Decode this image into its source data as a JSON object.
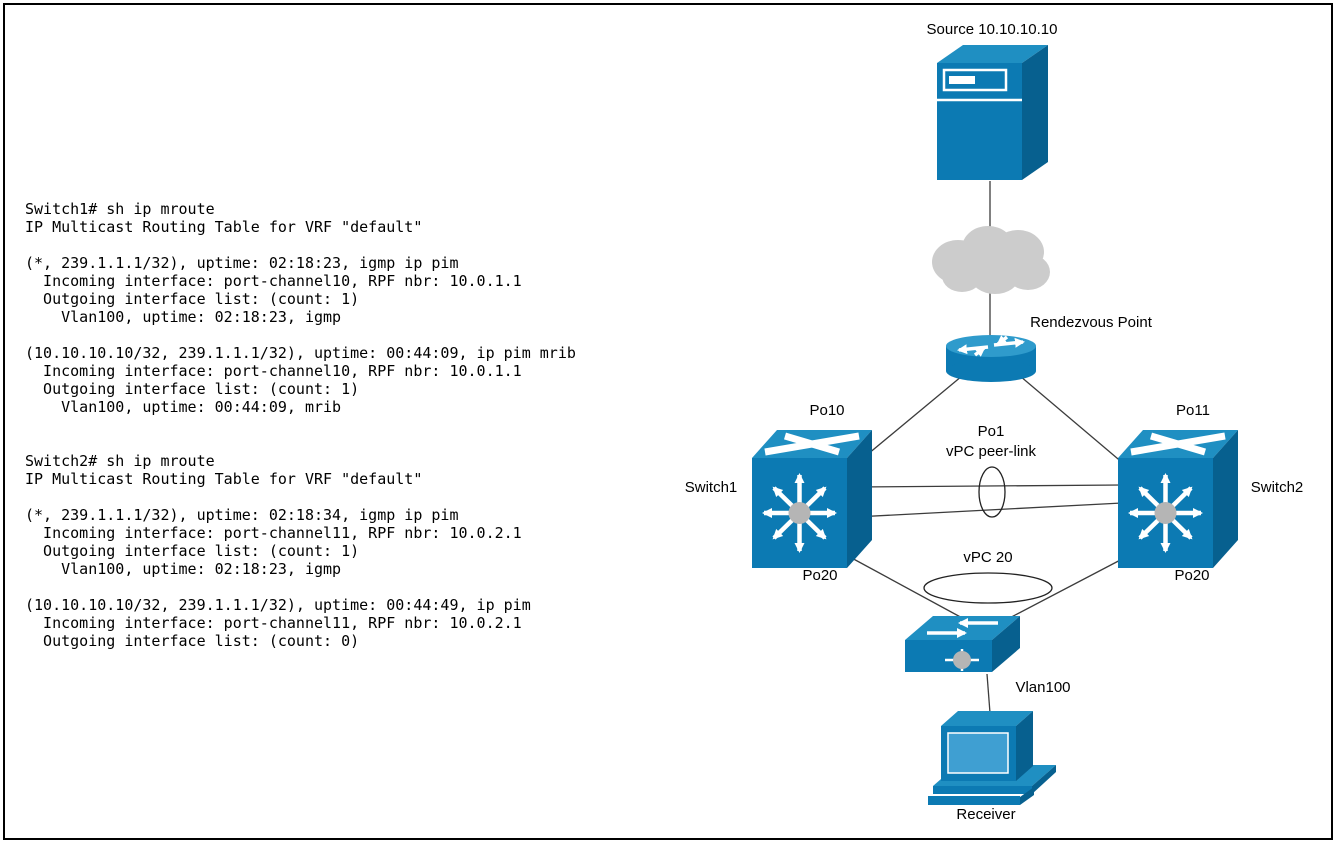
{
  "window": {
    "background": "#ffffff",
    "border_color": "#000000"
  },
  "console": {
    "switch1_output": "Switch1# sh ip mroute\nIP Multicast Routing Table for VRF \"default\"\n\n(*, 239.1.1.1/32), uptime: 02:18:23, igmp ip pim\n  Incoming interface: port-channel10, RPF nbr: 10.0.1.1\n  Outgoing interface list: (count: 1)\n    Vlan100, uptime: 02:18:23, igmp\n\n(10.10.10.10/32, 239.1.1.1/32), uptime: 00:44:09, ip pim mrib\n  Incoming interface: port-channel10, RPF nbr: 10.0.1.1\n  Outgoing interface list: (count: 1)\n    Vlan100, uptime: 00:44:09, mrib",
    "switch2_output": "Switch2# sh ip mroute\nIP Multicast Routing Table for VRF \"default\"\n\n(*, 239.1.1.1/32), uptime: 02:18:34, igmp ip pim\n  Incoming interface: port-channel11, RPF nbr: 10.0.2.1\n  Outgoing interface list: (count: 1)\n    Vlan100, uptime: 02:18:23, igmp\n\n(10.10.10.10/32, 239.1.1.1/32), uptime: 00:44:49, ip pim\n  Incoming interface: port-channel11, RPF nbr: 10.0.2.1\n  Outgoing interface list: (count: 0)"
  },
  "diagram": {
    "nodes": {
      "source_label": "Source 10.10.10.10",
      "rendezvous_label": "Rendezvous Point",
      "switch1_label": "Switch1",
      "switch2_label": "Switch2",
      "receiver_label": "Receiver"
    },
    "links": {
      "po10_label": "Po10",
      "po11_label": "Po11",
      "po1_label": "Po1",
      "vpc_peerlink_label": "vPC peer-link",
      "po20_left_label": "Po20",
      "po20_right_label": "Po20",
      "vpc20_label": "vPC 20",
      "vlan100_label": "Vlan100"
    },
    "icons": [
      "server-icon",
      "cloud-icon",
      "router-icon",
      "nexus-switch-icon",
      "l2-switch-icon",
      "receiver-computer-icon"
    ],
    "colors": {
      "device_blue": "#0c7ab3",
      "device_blue_light": "#1f8fc2",
      "device_blue_dark": "#07608f",
      "screen_blue": "#3f9fd2",
      "cloud_gray": "#cccccc",
      "hub_gray": "#b5b5b5",
      "line_color": "#3c3c3c"
    }
  }
}
